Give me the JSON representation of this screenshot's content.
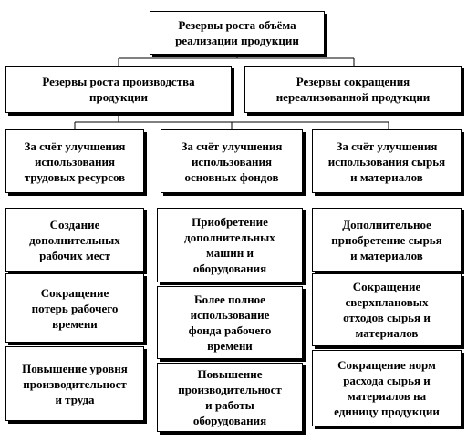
{
  "root": "Резервы роста объёма\nреализации продукции",
  "level2": {
    "production": "Резервы роста производства\nпродукции",
    "unsold": "Резервы сокращения\nнереализованной продукции"
  },
  "columns": [
    {
      "header": "За счёт улучшения\nиспользования\nтрудовых ресурсов",
      "items": [
        "Создание\nдополнительных\nрабочих мест",
        "Сокращение\nпотерь рабочего\nвремени",
        "Повышение уровня\nпроизводительност\nи труда"
      ]
    },
    {
      "header": "За счёт улучшения\nиспользования\nосновных фондов",
      "items": [
        "Приобретение\nдополнительных\nмашин и\nоборудования",
        "Более полное\nиспользование\nфонда рабочего\nвремени",
        "Повышение\nпроизводительност\nи работы\nоборудования"
      ]
    },
    {
      "header": "За счёт улучшения\nиспользования сырья\nи материалов",
      "items": [
        "Дополнительное\nприобретение сырья\nи материалов",
        "Сокращение\nсверхплановых\nотходов сырья и\nматериалов",
        "Сокращение норм\nрасхода сырья и\nматериалов на\nединицу продукции"
      ]
    }
  ]
}
